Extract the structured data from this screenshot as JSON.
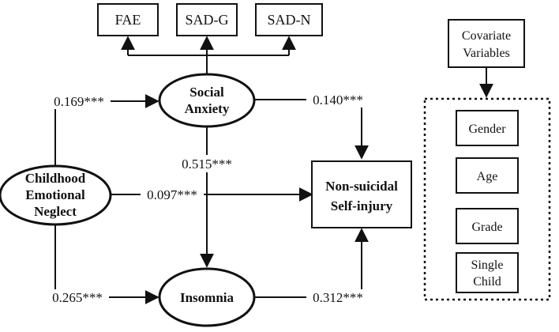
{
  "indicators": {
    "fae": "FAE",
    "sad_g": "SAD-G",
    "sad_n": "SAD-N"
  },
  "nodes": {
    "social_anxiety": [
      "Social",
      "Anxiety"
    ],
    "childhood_neglect": [
      "Childhood",
      "Emotional",
      "Neglect"
    ],
    "insomnia": "Insomnia",
    "nssi": [
      "Non-suicidal",
      "Self-injury"
    ]
  },
  "covariates": {
    "title": [
      "Covariate",
      "Variables"
    ],
    "items": {
      "gender": "Gender",
      "age": "Age",
      "grade": "Grade",
      "single_child": [
        "Single",
        "Child"
      ]
    }
  },
  "paths": {
    "neglect_to_anxiety": "0.169***",
    "anxiety_to_nssi": "0.140***",
    "anxiety_to_insomnia": "0.515***",
    "neglect_to_nssi": "0.097***",
    "neglect_to_insomnia": "0.265***",
    "insomnia_to_nssi": "0.312***"
  },
  "colors": {
    "stroke": "#111111",
    "background": "#ffffff"
  }
}
